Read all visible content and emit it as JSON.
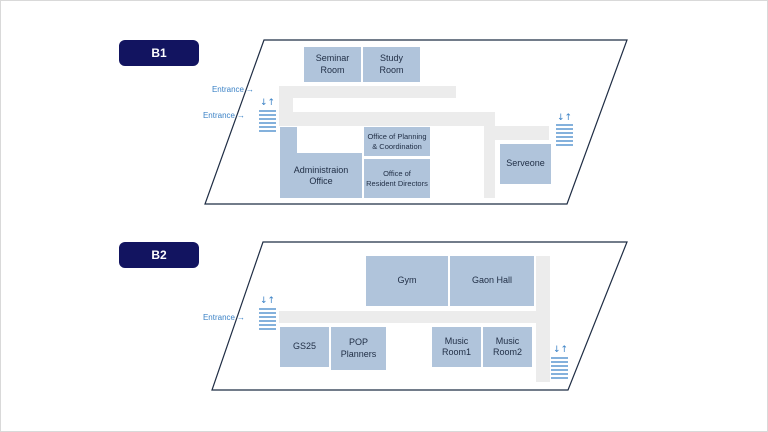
{
  "colors": {
    "badge": "#121460",
    "room_fill": "#b0c4db",
    "corridor": "#ececec",
    "outline": "#1f2d44",
    "accent": "#3b82c6"
  },
  "floors": [
    {
      "badge": "B1",
      "rooms": [
        {
          "id": "seminar-room",
          "lines": [
            "Seminar",
            "Room"
          ]
        },
        {
          "id": "study-room",
          "lines": [
            "Study",
            "Room"
          ]
        },
        {
          "id": "planning-office",
          "lines": [
            "Office of Planning",
            "& Coordination"
          ]
        },
        {
          "id": "resident-directors-office",
          "lines": [
            "Office of",
            "Resident Directors"
          ]
        },
        {
          "id": "administration-office",
          "lines": [
            "Administraion",
            "Office"
          ]
        },
        {
          "id": "serveone",
          "lines": [
            "Serveone"
          ]
        }
      ],
      "entrances": [
        "Entrance",
        "Entrance"
      ],
      "stairs": [
        "stairs-icon",
        "stairs-icon"
      ]
    },
    {
      "badge": "B2",
      "rooms": [
        {
          "id": "gym",
          "lines": [
            "Gym"
          ]
        },
        {
          "id": "gaon-hall",
          "lines": [
            "Gaon Hall"
          ]
        },
        {
          "id": "gs25",
          "lines": [
            "GS25"
          ]
        },
        {
          "id": "pop-planners",
          "lines": [
            "POP",
            "Planners"
          ]
        },
        {
          "id": "music-room1",
          "lines": [
            "Music",
            "Room1"
          ]
        },
        {
          "id": "music-room2",
          "lines": [
            "Music",
            "Room2"
          ]
        }
      ],
      "entrances": [
        "Entrance"
      ],
      "stairs": [
        "stairs-icon",
        "stairs-icon"
      ]
    }
  ],
  "stair_arrow_glyph": "↓↑",
  "entrance_arrow_glyph": "→"
}
